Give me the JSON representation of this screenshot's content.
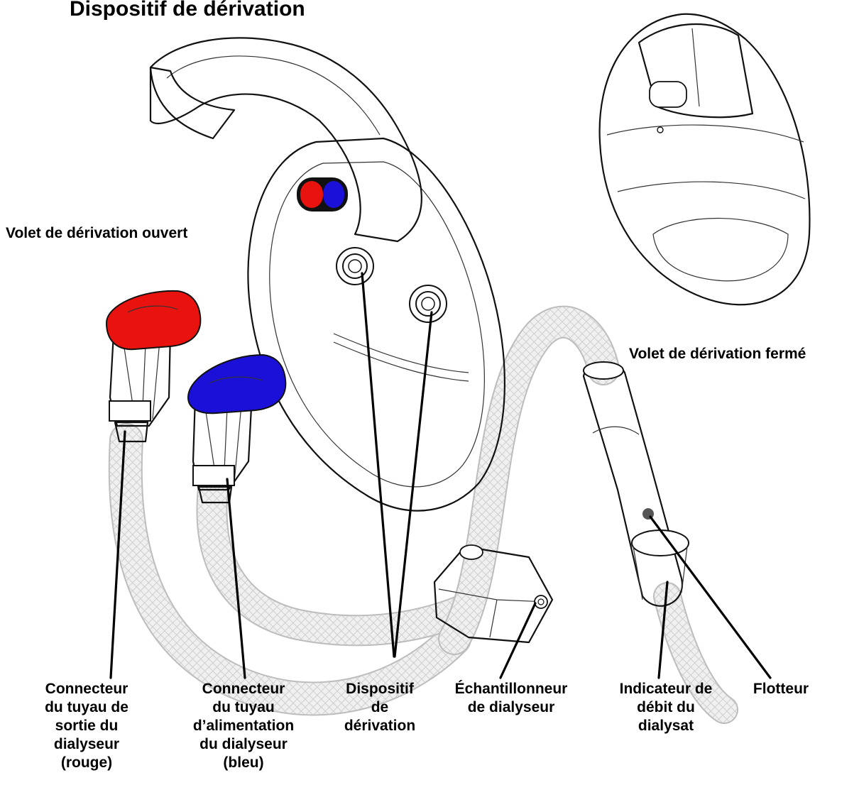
{
  "title": "Dispositif de dérivation",
  "labels": {
    "open": "Volet de dérivation ouvert",
    "closed": "Volet de dérivation fermé",
    "outlet": "Connecteur\ndu tuyau de\nsortie du\ndialyseur\n(rouge)",
    "inlet": "Connecteur\ndu tuyau\nd’alimentation\ndu dialyseur\n(bleu)",
    "bypass": "Dispositif\nde\ndérivation",
    "sampler": "Échantillonneur\nde dialyseur",
    "flow": "Indicateur de\ndébit du\ndialysat",
    "float": "Flotteur"
  },
  "colors": {
    "red": "#e8120f",
    "blue": "#1a10d8",
    "hose": "#e4e4e4"
  }
}
